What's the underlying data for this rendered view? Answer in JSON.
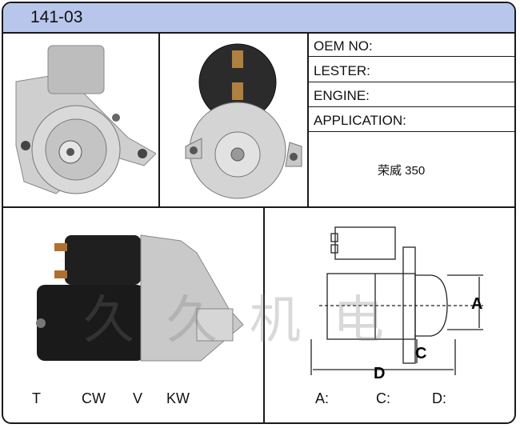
{
  "header": {
    "title": "141-03"
  },
  "info": {
    "oem_label": "OEM NO:",
    "lester_label": "LESTER:",
    "engine_label": "ENGINE:",
    "application_label": "APPLICATION:",
    "application_value": "荣威 350"
  },
  "bottom_left": {
    "t": "T",
    "cw": "CW",
    "v": "V",
    "kw": "KW"
  },
  "bottom_right": {
    "a": "A:",
    "c": "C:",
    "d": "D:"
  },
  "diagram": {
    "label_a": "A",
    "label_c": "C",
    "label_d": "D"
  },
  "watermark": "久久机电",
  "colors": {
    "header_bg": "#b9c6ec",
    "border": "#1a1a1a"
  }
}
